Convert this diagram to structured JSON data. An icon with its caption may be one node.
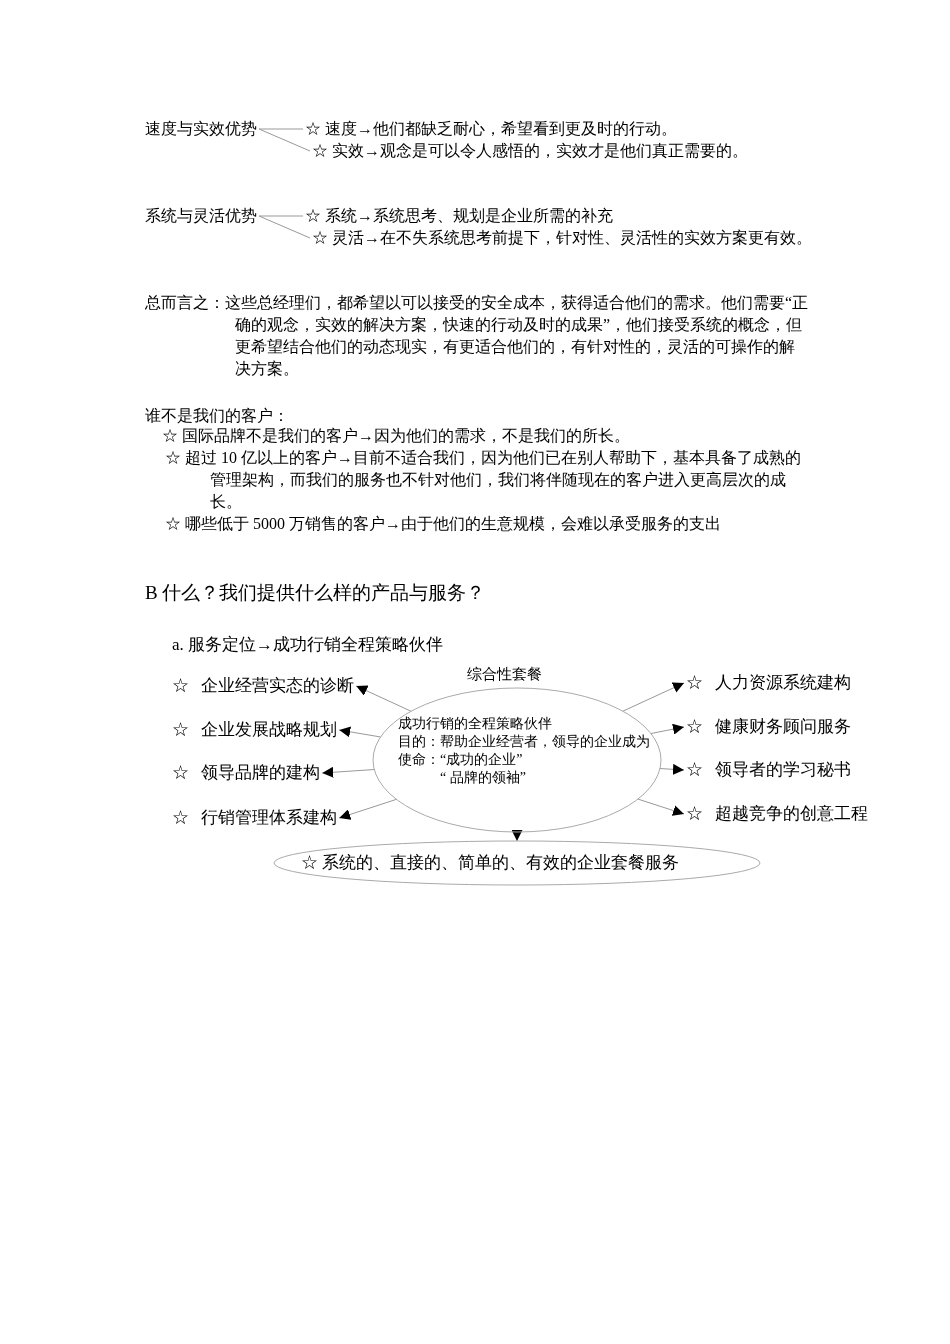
{
  "diagram": {
    "nodes": [
      {
        "text": [
          "速度与实效优势"
        ]
      },
      {
        "text": [
          "☆ 速度→他们都缺乏耐心，希望看到更及时的行动。"
        ]
      },
      {
        "text": [
          "☆ 实效→观念是可以令人感悟的，实效才是他们真正需要的。"
        ]
      },
      {
        "text": [
          "系统与灵活优势"
        ]
      },
      {
        "text": [
          "☆ 系统→系统思考、规划是企业所需的补充"
        ]
      },
      {
        "text": [
          "☆ 灵活→在不失系统思考前提下，针对性、灵活性的实效方案更有效。"
        ]
      },
      {
        "text": [
          "综合性套餐",
          "成功行销的全程策略伙伴",
          "目的：帮助企业经营者，领导的企业成为",
          "使命：“成功的企业”",
          "“ 品牌的领袖”"
        ]
      },
      {
        "text": [
          "☆ 企业经营实态的诊断"
        ]
      },
      {
        "text": [
          "☆ 企业发展战略规划"
        ]
      },
      {
        "text": [
          "☆ 领导品牌的建构"
        ]
      },
      {
        "text": [
          "☆ 行销管理体系建构"
        ]
      },
      {
        "text": [
          "☆ 人力资源系统建构"
        ]
      },
      {
        "text": [
          "☆ 健康财务顾问服务"
        ]
      },
      {
        "text": [
          "☆ 领导者的学习秘书"
        ]
      },
      {
        "text": [
          "☆ 超越竞争的创意工程"
        ]
      },
      {
        "text": [
          "☆ 系统的、直接的、简单的、有效的企业套餐服务"
        ]
      }
    ],
    "edges": [
      {
        "from": 0,
        "to": 1,
        "arrow": "none"
      },
      {
        "from": 0,
        "to": 2,
        "arrow": "none"
      },
      {
        "from": 3,
        "to": 4,
        "arrow": "none"
      },
      {
        "from": 3,
        "to": 5,
        "arrow": "none"
      },
      {
        "from": 6,
        "to": 7,
        "arrow": "to"
      },
      {
        "from": 6,
        "to": 8,
        "arrow": "to"
      },
      {
        "from": 6,
        "to": 9,
        "arrow": "to"
      },
      {
        "from": 6,
        "to": 10,
        "arrow": "to"
      },
      {
        "from": 6,
        "to": 11,
        "arrow": "to"
      },
      {
        "from": 6,
        "to": 12,
        "arrow": "to"
      },
      {
        "from": 6,
        "to": 13,
        "arrow": "to"
      },
      {
        "from": 6,
        "to": 14,
        "arrow": "to"
      },
      {
        "from": 6,
        "to": 15,
        "arrow": "to"
      }
    ],
    "labels": [
      "总而言之：这些总经理们，都希望以可以接受的安全成本，获得适合他们的需求。他们需要“正确的观念，实效的解决方案，快速的行动及时的成果”，他们接受系统的概念，但更希望结合他们的动态现实，有更适合他们的，有针对性的，灵活的可操作的解决方案。",
      "谁不是我们的客户：",
      "☆ 国际品牌不是我们的客户→因为他们的需求，不是我们的所长。",
      "☆ 超过 10 亿以上的客户→目前不适合我们，因为他们已在别人帮助下，基本具备了成熟的管理架构，而我们的服务也不针对他们，我们将伴随现在的客户进入更高层次的成长。",
      "☆ 哪些低于 5000 万销售的客户→由于他们的生意规模，会难以承受服务的支出",
      "B 什么？我们提供什么样的产品与服务？",
      "a. 服务定位→成功行销全程策略伙伴"
    ]
  }
}
